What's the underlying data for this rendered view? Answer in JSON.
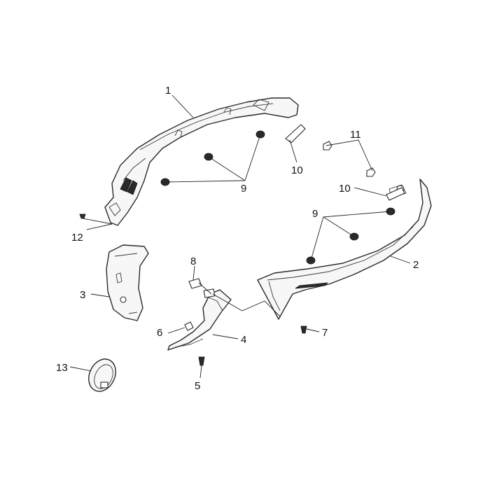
{
  "callouts": {
    "c1": "1",
    "c2": "2",
    "c3": "3",
    "c4": "4",
    "c5": "5",
    "c6": "6",
    "c7": "7",
    "c8": "8",
    "c9a": "9",
    "c9b": "9",
    "c10a": "10",
    "c10b": "10",
    "c11": "11",
    "c12": "12",
    "c13": "13"
  },
  "colors": {
    "line": "#2a2a2a",
    "fill": "#f7f7f7",
    "background": "#ffffff"
  }
}
